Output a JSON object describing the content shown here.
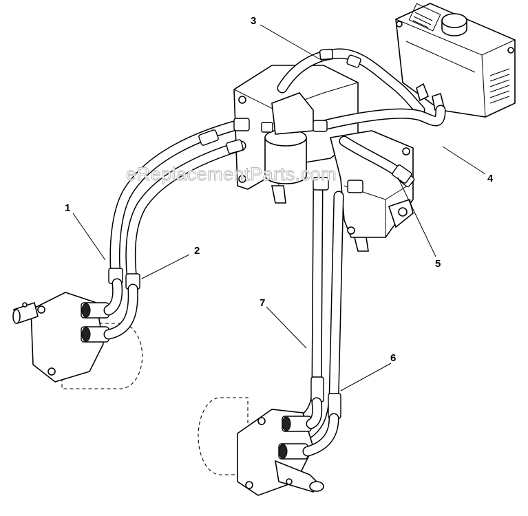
{
  "watermark": "eReplacementParts.com",
  "callouts": [
    {
      "id": "1",
      "label": "1"
    },
    {
      "id": "2",
      "label": "2"
    },
    {
      "id": "3",
      "label": "3"
    },
    {
      "id": "4",
      "label": "4"
    },
    {
      "id": "5",
      "label": "5"
    },
    {
      "id": "6",
      "label": "6"
    },
    {
      "id": "7",
      "label": "7"
    }
  ]
}
